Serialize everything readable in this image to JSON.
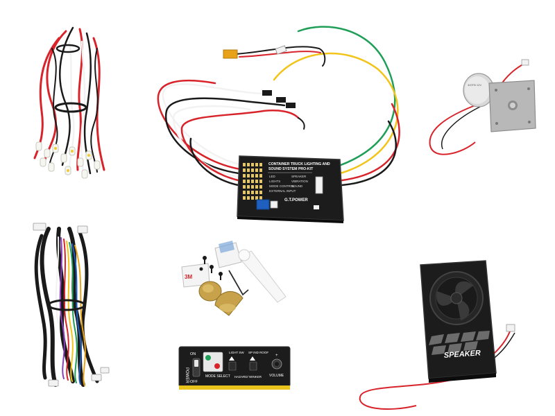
{
  "colors": {
    "background": "#ffffff",
    "wire_red": "#d8232a",
    "wire_black": "#1a1a1a",
    "wire_white": "#f2f2f2",
    "wire_green": "#1f9e57",
    "wire_yellow": "#f2c41a",
    "board_black": "#1c1c1c",
    "panel_yellow": "#e9c21b",
    "brass": "#c7a24a",
    "connector_blue": "#1f5fbf"
  },
  "control_unit": {
    "title_line1": "CONTAINER TRUCK LIGHTING AND",
    "title_line2": "SOUND SYSTEM PRO-KIT",
    "label_led": "LED",
    "label_lights": "LIGHTS",
    "label_mode_control": "MODE CONTROL",
    "label_external_input": "EXTERNAL INPUT",
    "label_vibration": "VIBRATION",
    "label_sound": "SOUND",
    "label_speaker": "SPEAKER",
    "brand": "G.T.POWER"
  },
  "mode_panel": {
    "label_power": "POWER",
    "label_on": "ON",
    "label_off": "OFF",
    "label_mode_select": "MODE SELECT",
    "label_light_sw": "LIGHT SW",
    "label_sp_ind_roof": "SP IND ROOF",
    "label_hazard_winker": "HAZARD/ WINKER",
    "label_volume": "VOLUME",
    "label_plus": "+",
    "label_minus": "-"
  },
  "speaker": {
    "label": "SPEAKER"
  },
  "motor": {
    "label": "320TB 12V"
  },
  "tape": {
    "label": "3M"
  }
}
